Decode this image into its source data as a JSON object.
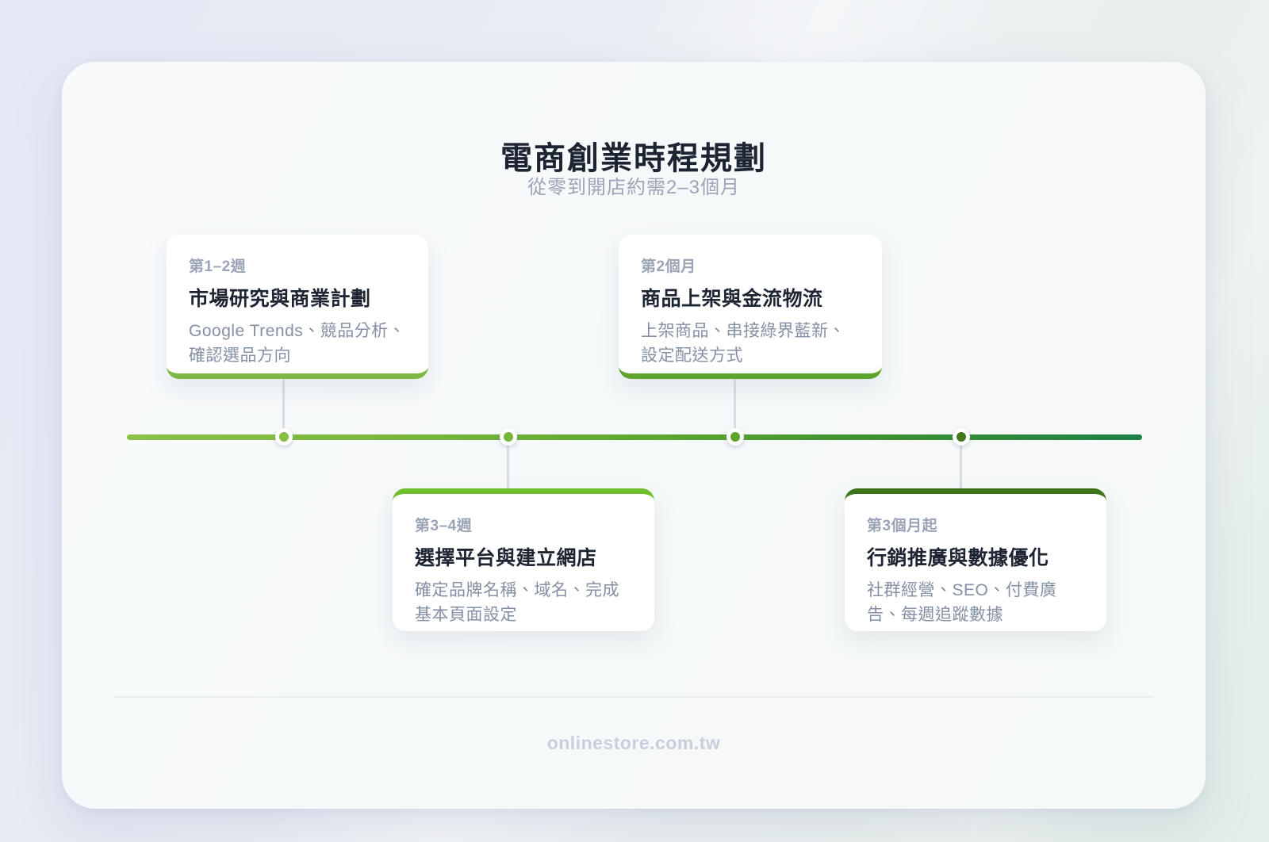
{
  "header": {
    "title": "電商創業時程規劃",
    "subtitle": "從零到開店約需2–3個月"
  },
  "timeline": {
    "gradient": [
      "#8CC04B",
      "#79B83E",
      "#5FA830",
      "#3C8F31",
      "#1C8047"
    ]
  },
  "milestones": [
    {
      "period": "第1–2週",
      "title": "市場研究與商業計劃",
      "description": "Google Trends、競品分析、確認選品方向",
      "side": "above",
      "accent": "#7CB843",
      "dot_color": "#88BE42"
    },
    {
      "period": "第3–4週",
      "title": "選擇平台與建立網店",
      "description": "確定品牌名稱、域名、完成基本頁面設定",
      "side": "below",
      "accent": "#6EC02B",
      "dot_color": "#74B637"
    },
    {
      "period": "第2個月",
      "title": "商品上架與金流物流",
      "description": "上架商品、串接綠界藍新、設定配送方式",
      "side": "above",
      "accent": "#5CA42C",
      "dot_color": "#5CA42C"
    },
    {
      "period": "第3個月起",
      "title": "行銷推廣與數據優化",
      "description": "社群經營、SEO、付費廣告、每週追蹤數據",
      "side": "below",
      "accent": "#3E7418",
      "dot_color": "#41791B"
    }
  ],
  "footer": {
    "domain": "onlinestore.com.tw"
  }
}
